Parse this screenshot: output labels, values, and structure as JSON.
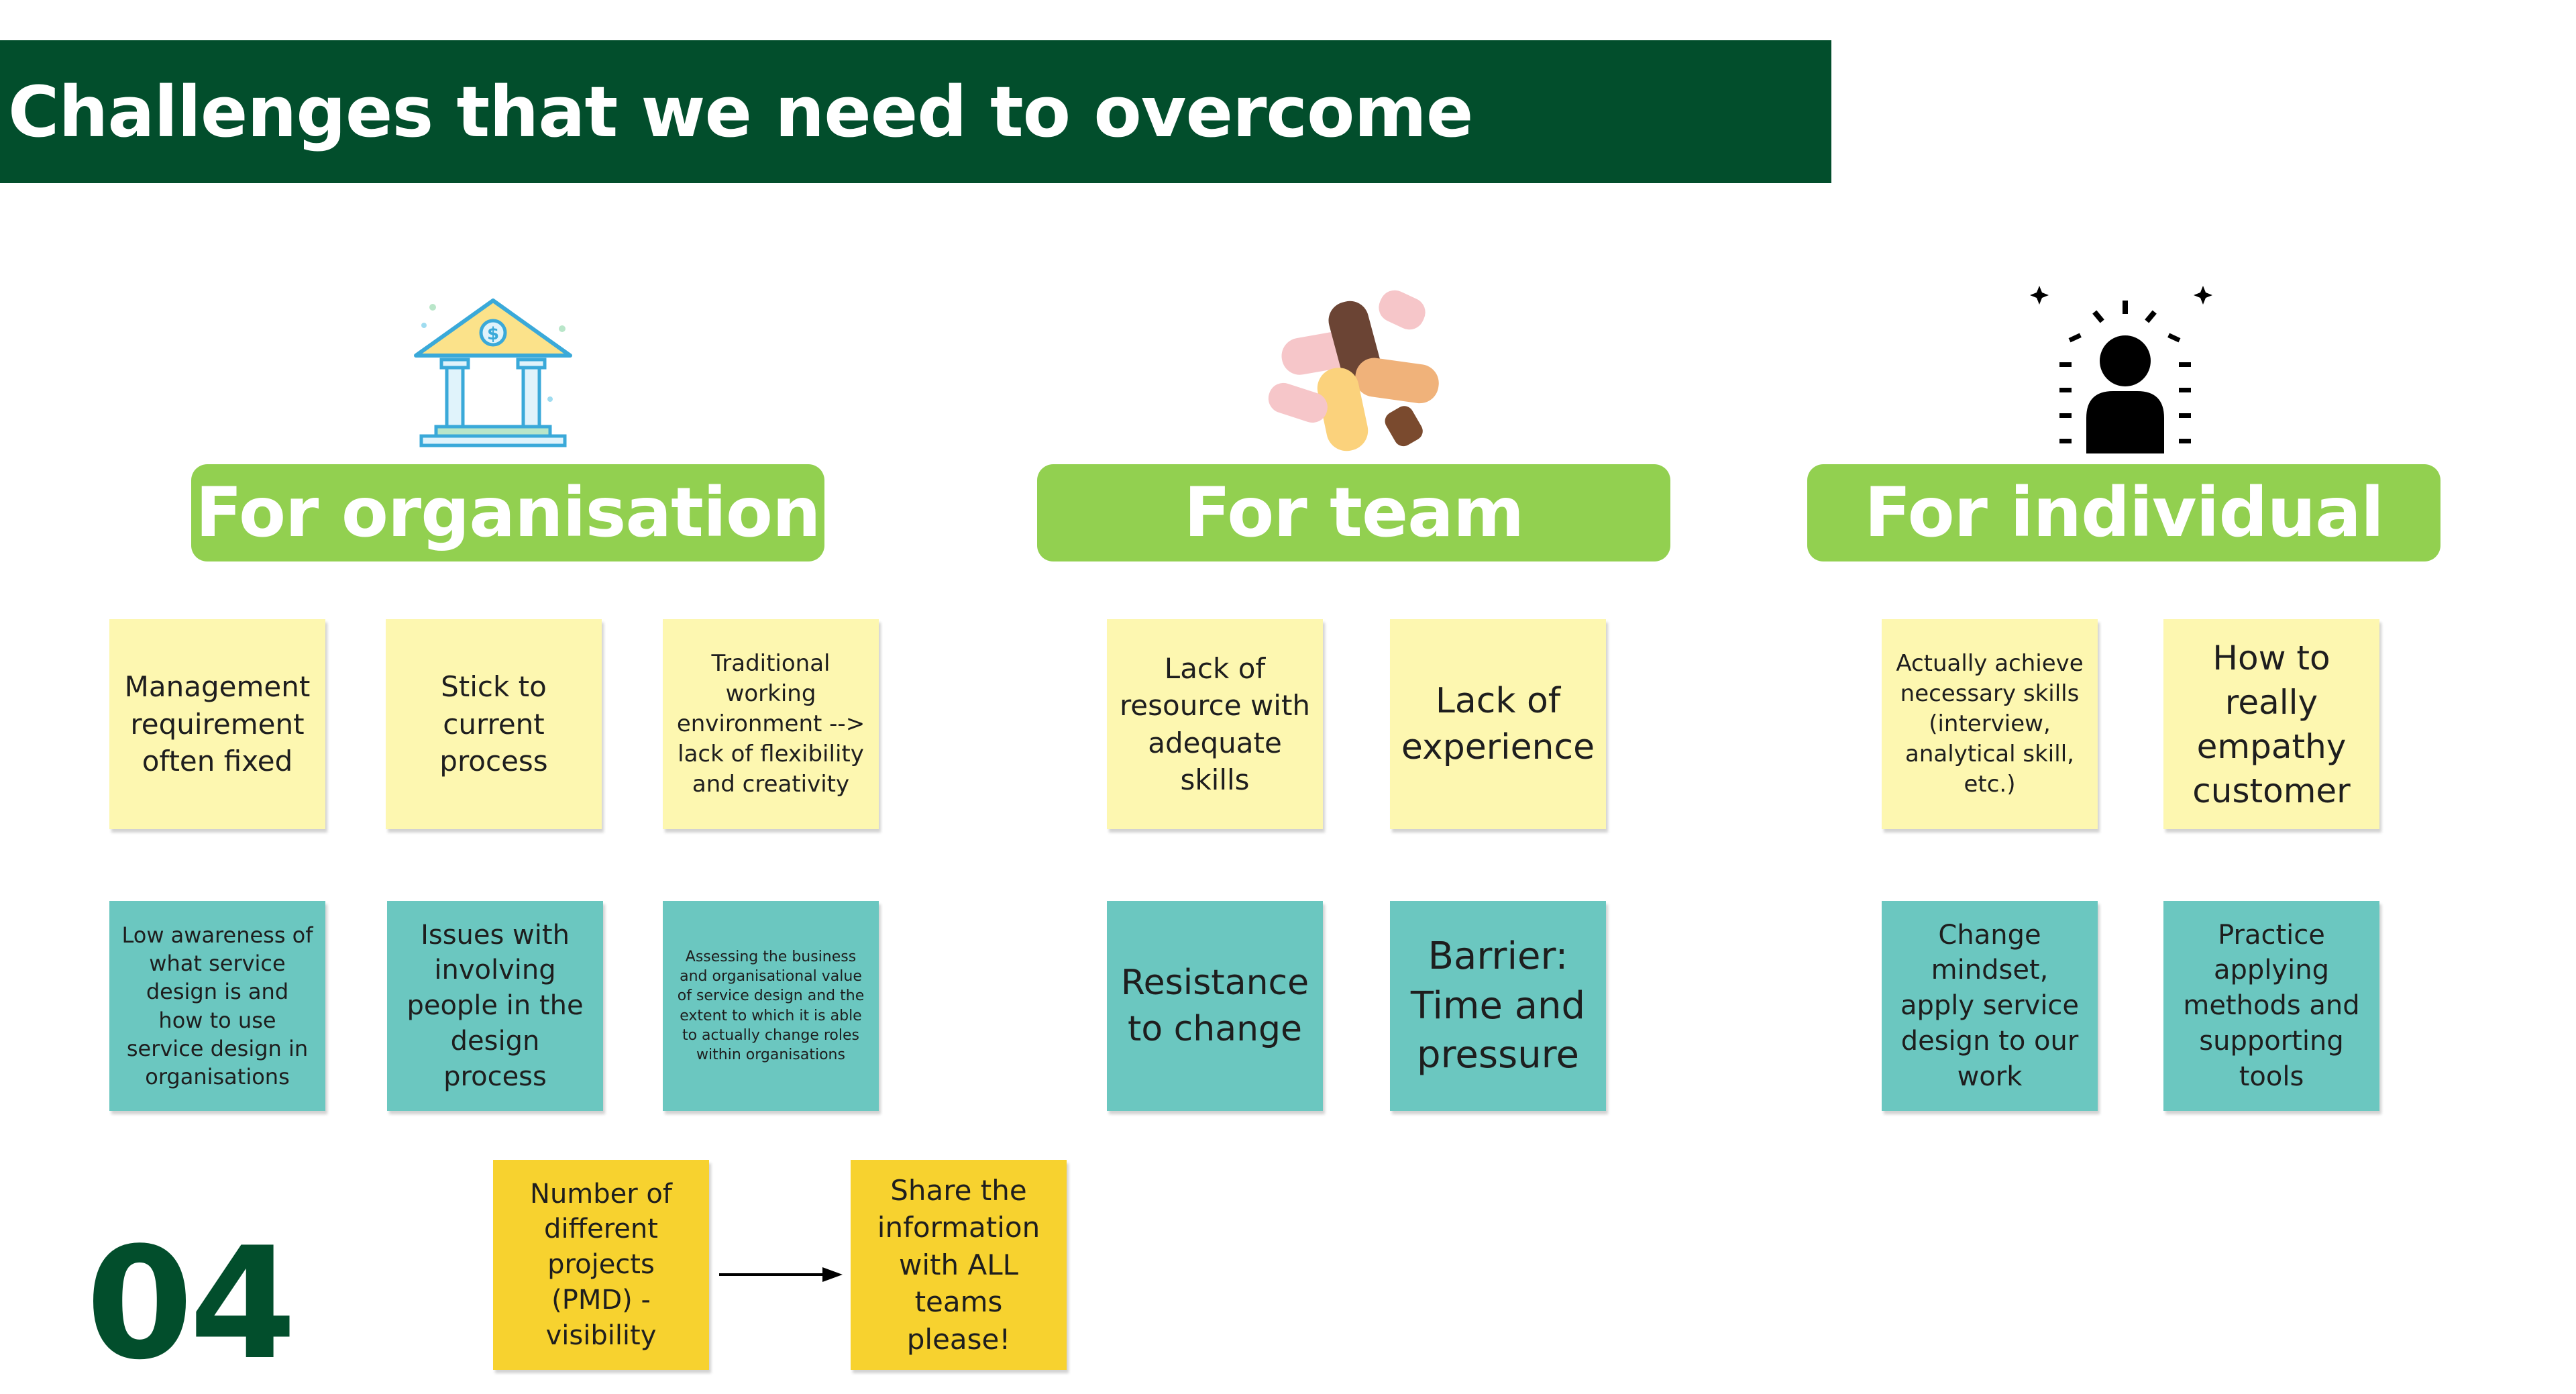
{
  "title": "Challenges that we need to overcome",
  "page_number": "04",
  "sections": [
    {
      "label": "For organisation",
      "icon": "bank-icon"
    },
    {
      "label": "For team",
      "icon": "teamwork-hands-icon"
    },
    {
      "label": "For individual",
      "icon": "person-spotlight-icon"
    }
  ],
  "notes": {
    "org_y1": "Management requirement often fixed",
    "org_y2": "Stick to current process",
    "org_y3": "Traditional working environment --> lack of flexibility and creativity",
    "org_t1": "Low awareness of what service design is and how to use service design in organisations",
    "org_t2": "Issues with involving people in the design process",
    "org_t3": "Assessing the business and organisational value of service design and the extent to which it is able to actually change roles within organisations",
    "team_y1": "Lack of resource with adequate skills",
    "team_y2": "Lack of experience",
    "team_t1": "Resistance to change",
    "team_t2": "Barrier: Time and pressure",
    "ind_y1": "Actually achieve necessary skills (interview, analytical skill, etc.)",
    "ind_y2": "How to really empathy customer",
    "ind_t1": "Change mindset, apply service design to our work",
    "ind_t2": "Practice applying methods and supporting tools",
    "extra_1": "Number of different projects (PMD) - visibility",
    "extra_2": "Share the information with ALL teams please!"
  },
  "colors": {
    "title_bg": "#024e2c",
    "pill_bg": "#92d050",
    "note_yellow": "#fdf7b0",
    "note_teal": "#6bc7c0",
    "note_gold": "#f7d22f"
  }
}
